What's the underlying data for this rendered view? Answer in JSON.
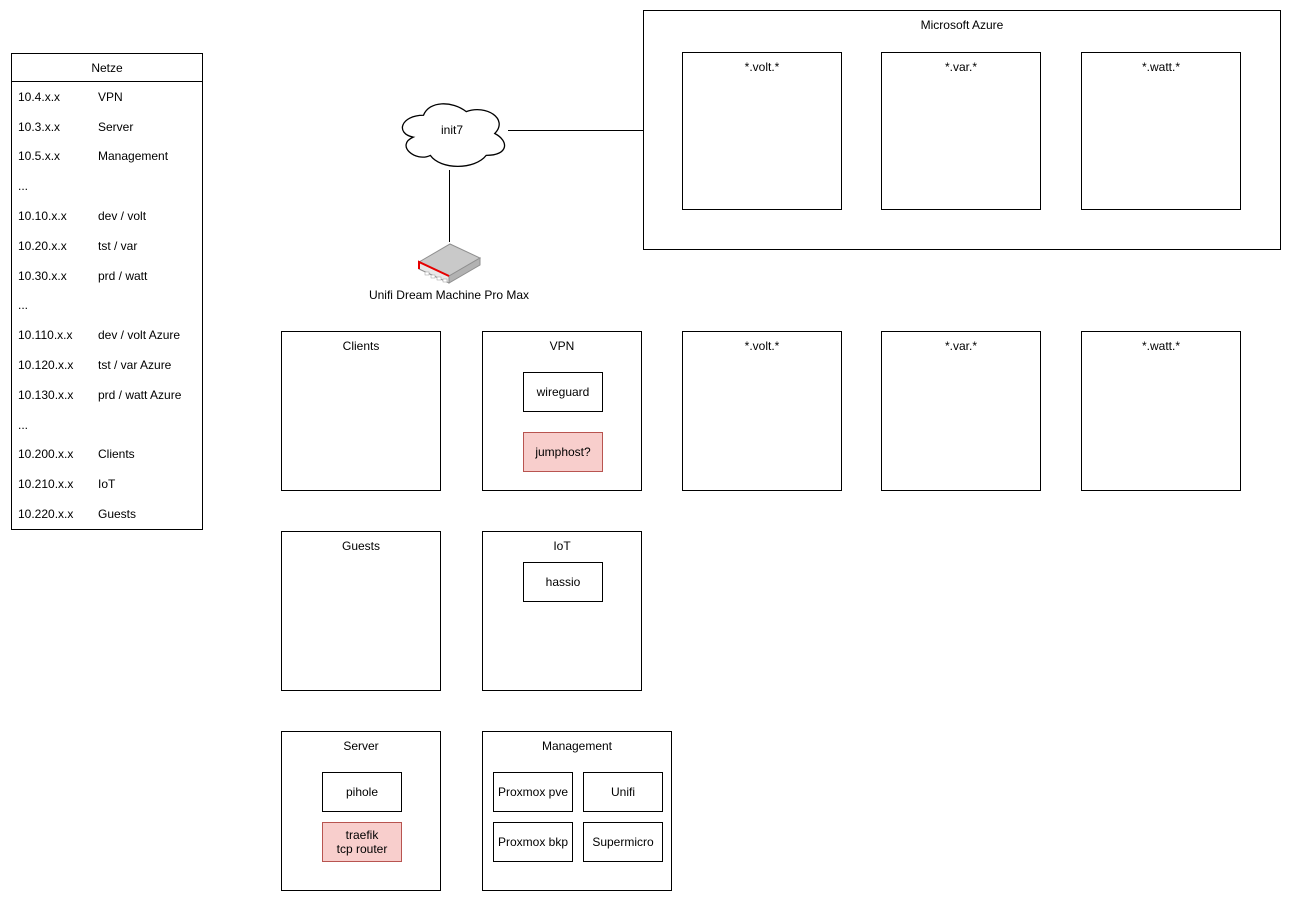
{
  "colors": {
    "stroke": "#000000",
    "highlight_fill": "#f8cecc",
    "highlight_stroke": "#b85450",
    "router_stripe_red": "#e60000"
  },
  "netze": {
    "title": "Netze",
    "rows": [
      {
        "cidr": "10.4.x.x",
        "label": "VPN"
      },
      {
        "cidr": "10.3.x.x",
        "label": "Server"
      },
      {
        "cidr": "10.5.x.x",
        "label": "Management"
      },
      {
        "cidr": "...",
        "label": ""
      },
      {
        "cidr": "10.10.x.x",
        "label": "dev / volt"
      },
      {
        "cidr": "10.20.x.x",
        "label": "tst / var"
      },
      {
        "cidr": "10.30.x.x",
        "label": "prd / watt"
      },
      {
        "cidr": "...",
        "label": ""
      },
      {
        "cidr": "10.110.x.x",
        "label": "dev / volt Azure"
      },
      {
        "cidr": "10.120.x.x",
        "label": "tst / var Azure"
      },
      {
        "cidr": "10.130.x.x",
        "label": "prd / watt Azure"
      },
      {
        "cidr": "...",
        "label": ""
      },
      {
        "cidr": "10.200.x.x",
        "label": "Clients"
      },
      {
        "cidr": "10.210.x.x",
        "label": "IoT"
      },
      {
        "cidr": "10.220.x.x",
        "label": "Guests"
      }
    ]
  },
  "wan": {
    "cloud_label": "init7",
    "router_label": "Unifi Dream Machine Pro Max"
  },
  "azure": {
    "title": "Microsoft Azure",
    "boxes": [
      {
        "label": "*.volt.*"
      },
      {
        "label": "*.var.*"
      },
      {
        "label": "*.watt.*"
      }
    ]
  },
  "zones": {
    "clients": {
      "title": "Clients"
    },
    "vpn": {
      "title": "VPN",
      "nodes": [
        {
          "label": "wireguard",
          "highlight": false
        },
        {
          "label": "jumphost?",
          "highlight": true
        }
      ]
    },
    "volt": {
      "title": "*.volt.*"
    },
    "var": {
      "title": "*.var.*"
    },
    "watt": {
      "title": "*.watt.*"
    },
    "guests": {
      "title": "Guests"
    },
    "iot": {
      "title": "IoT",
      "nodes": [
        {
          "label": "hassio",
          "highlight": false
        }
      ]
    },
    "server": {
      "title": "Server",
      "nodes": [
        {
          "label": "pihole",
          "highlight": false
        },
        {
          "label": "traefik\ntcp router",
          "highlight": true
        }
      ]
    },
    "management": {
      "title": "Management",
      "nodes": [
        {
          "label": "Proxmox pve",
          "highlight": false
        },
        {
          "label": "Unifi",
          "highlight": false
        },
        {
          "label": "Proxmox bkp",
          "highlight": false
        },
        {
          "label": "Supermicro",
          "highlight": false
        }
      ]
    }
  }
}
